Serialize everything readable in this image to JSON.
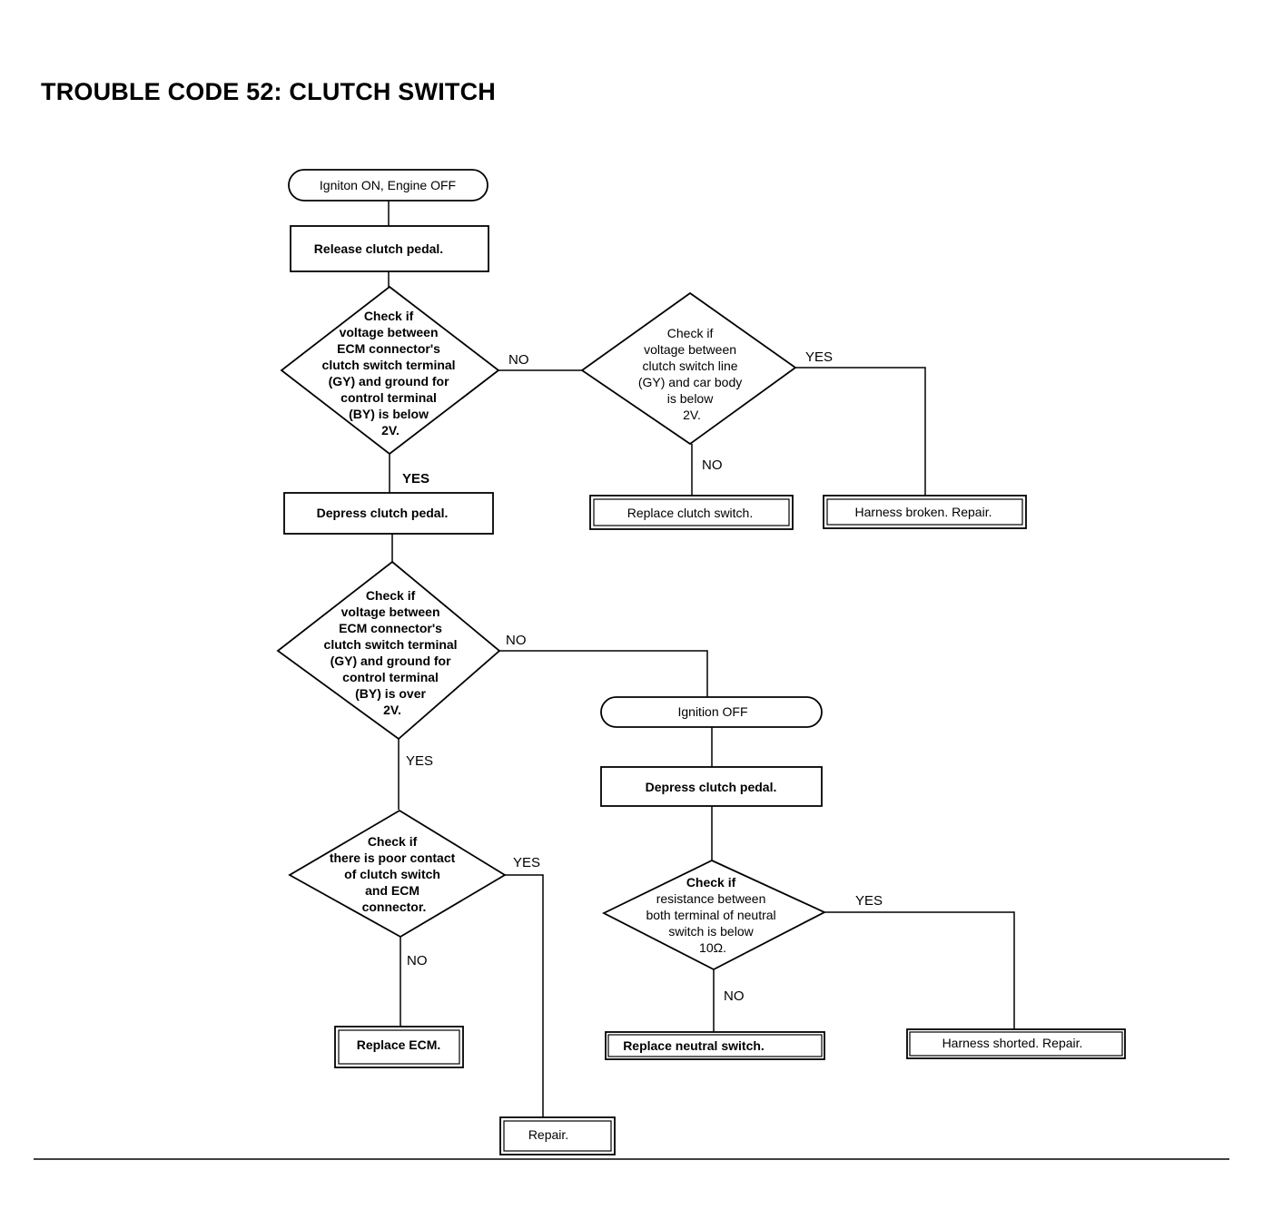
{
  "title": "TROUBLE CODE 52: CLUTCH SWITCH",
  "nodes": {
    "start": "Igniton ON, Engine OFF",
    "release": "Release clutch pedal.",
    "check1": [
      "Check if",
      "voltage between",
      "ECM connector's",
      "clutch switch terminal",
      "(GY) and ground for",
      "control terminal",
      "(BY) is below",
      "2V."
    ],
    "check2": [
      "Check if",
      "voltage between",
      "clutch switch line",
      "(GY) and car body",
      "is below",
      "2V."
    ],
    "replace_clutch": "Replace clutch switch.",
    "harness_broken": "Harness broken.  Repair.",
    "depress1": "Depress clutch pedal.",
    "check3": [
      "Check if",
      "voltage between",
      "ECM connector's",
      "clutch switch terminal",
      "(GY) and ground for",
      "control terminal",
      "(BY) is over",
      "2V."
    ],
    "ignition_off": "Ignition OFF",
    "depress2": "Depress clutch pedal.",
    "check4": [
      "Check if",
      "there is poor contact",
      "of clutch switch",
      "and ECM",
      "connector."
    ],
    "check5": [
      "Check if",
      "resistance between",
      "both terminal of neutral",
      "switch is below",
      "10Ω."
    ],
    "replace_ecm": "Replace ECM.",
    "repair": "Repair.",
    "replace_neutral": "Replace neutral switch.",
    "harness_shorted": "Harness shorted.  Repair."
  },
  "labels": {
    "c1_no": "NO",
    "c1_yes": "YES",
    "c2_yes": "YES",
    "c2_no": "NO",
    "c3_no": "NO",
    "c3_yes": "YES",
    "c4_yes": "YES",
    "c4_no": "NO",
    "c5_yes": "YES",
    "c5_no": "NO"
  }
}
